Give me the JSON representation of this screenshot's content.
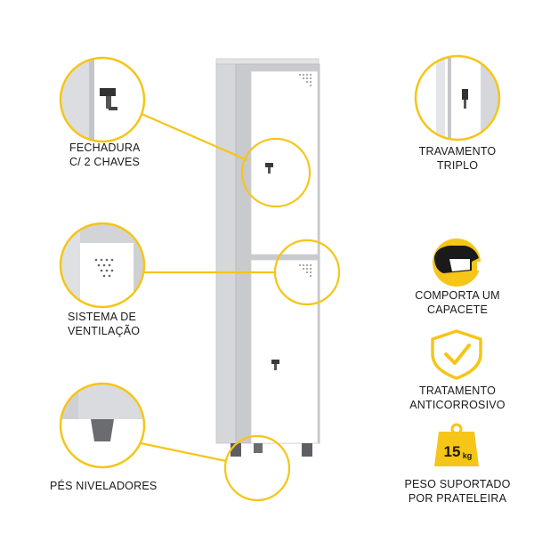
{
  "accent_color": "#f5c518",
  "features_left": [
    {
      "icon": "key-lock-icon",
      "lines": [
        "FECHADURA",
        "C/ 2 CHAVES"
      ]
    },
    {
      "icon": "vent-holes-icon",
      "lines": [
        "SISTEMA DE",
        "VENTILAÇÃO"
      ]
    },
    {
      "icon": "leveling-foot-icon",
      "lines": [
        "PÉS NIVELADORES"
      ]
    }
  ],
  "features_right": [
    {
      "icon": "triple-lock-icon",
      "lines": [
        "TRAVAMENTO",
        "TRIPLO"
      ]
    },
    {
      "icon": "helmet-icon",
      "lines": [
        "COMPORTA UM",
        "CAPACETE"
      ]
    },
    {
      "icon": "shield-check-icon",
      "lines": [
        "TRATAMENTO",
        "ANTICORROSIVO"
      ]
    },
    {
      "icon": "weight-icon",
      "lines": [
        "PESO SUPORTADO",
        "POR PRATELEIRA"
      ]
    }
  ],
  "weight_badge": {
    "value": "15",
    "unit": "kg"
  }
}
